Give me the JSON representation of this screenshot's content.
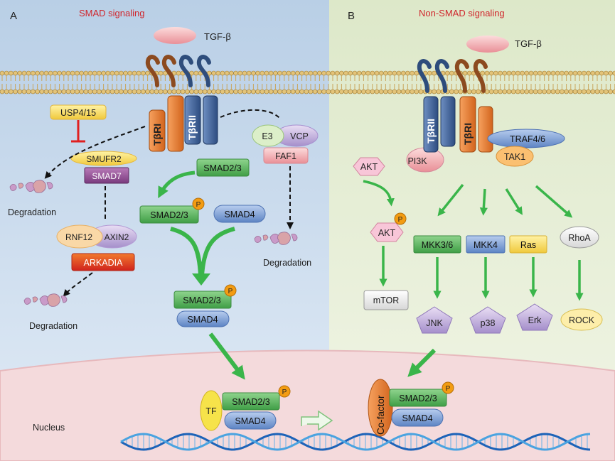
{
  "panels": {
    "a": {
      "letter": "A",
      "title": "SMAD signaling"
    },
    "b": {
      "letter": "B",
      "title": "Non-SMAD signaling"
    }
  },
  "ligand": "TGF-β",
  "receptors": {
    "type1": "TβRI",
    "type2": "TβRII"
  },
  "smad_path": {
    "usp": "USP4/15",
    "smurf": "SMUFR2",
    "smad7": "SMAD7",
    "rnf12": "RNF12",
    "axin2": "AXIN2",
    "arkadia": "ARKADIA",
    "e3": "E3",
    "vcp": "VCP",
    "faf1": "FAF1",
    "smad23": "SMAD2/3",
    "smad4": "SMAD4",
    "phospho": "P",
    "tf": "TF",
    "degradation": "Degradation"
  },
  "non_smad_path": {
    "pi3k": "PI3K",
    "traf": "TRAF4/6",
    "tak1": "TAK1",
    "akt": "AKT",
    "mtor": "mTOR",
    "mkk36": "MKK3/6",
    "mkk4": "MKK4",
    "ras": "Ras",
    "rhoa": "RhoA",
    "jnk": "JNK",
    "p38": "p38",
    "erk": "Erk",
    "rock": "ROCK",
    "cofactor": "Co-factor"
  },
  "nucleus_label": "Nucleus",
  "colors": {
    "panel_a_bg": "#d6e4f2",
    "panel_b_bg": "#edf3e1",
    "nucleus": "#f2d7da",
    "membrane_head": "#c9a55c",
    "receptor_type1": "#e8792c",
    "receptor_type2": "#3c5f94",
    "smad23": "#5cb85c",
    "smad4": "#5f87c6",
    "phospho": "#f39c12",
    "arrow_green": "#3ab54a",
    "inhibit_red": "#e02020",
    "title_red": "#d0262c"
  }
}
